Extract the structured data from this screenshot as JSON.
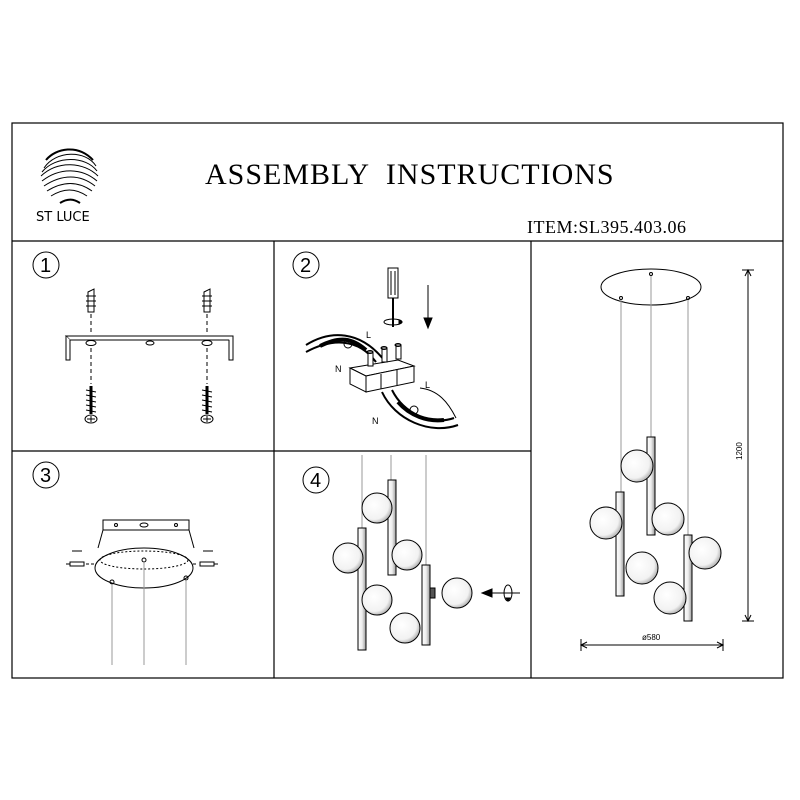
{
  "header": {
    "brand_name": "ST LUCE",
    "title": "ASSEMBLY  INSTRUCTIONS",
    "item_code": "ITEM:SL395.403.06",
    "logo_icon": "swirl-logo-icon"
  },
  "steps": [
    {
      "number": "1"
    },
    {
      "number": "2",
      "wire_labels": [
        "L",
        "N",
        "L",
        "N"
      ]
    },
    {
      "number": "3"
    },
    {
      "number": "4"
    }
  ],
  "dimensions": {
    "height": "1200",
    "diameter": "ø580"
  },
  "colors": {
    "line": "#000000",
    "background": "#ffffff"
  }
}
